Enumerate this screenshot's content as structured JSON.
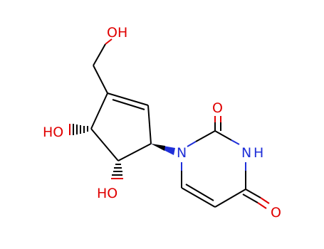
{
  "diagram": {
    "type": "chemical-structure",
    "atom_labels": {
      "oh_top": "OH",
      "ho_left": "HO",
      "ho_bottom": "HO",
      "o_top": "O",
      "nh": "H",
      "n_nh": "N",
      "n1": "N",
      "o_bottom": "O"
    },
    "colors": {
      "bond": "#000000",
      "oxygen": "#e00000",
      "nitrogen": "#1f2fd8",
      "background": "#ffffff"
    }
  }
}
